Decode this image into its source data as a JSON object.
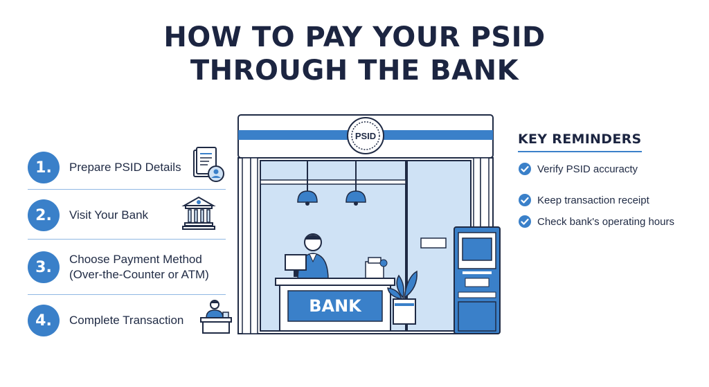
{
  "title": {
    "line1": "HOW TO PAY YOUR PSID",
    "line2": "THROUGH THE BANK"
  },
  "steps": [
    {
      "number": "1.",
      "text": [
        "Prepare PSID Details"
      ],
      "icon": "document-user-icon"
    },
    {
      "number": "2.",
      "text": [
        "Visit Your Bank"
      ],
      "icon": "bank-building-icon"
    },
    {
      "number": "3.",
      "text": [
        "Choose Payment Method",
        "(Over-the-Counter or ATM)"
      ],
      "icon": ""
    },
    {
      "number": "4.",
      "text": [
        "Complete Transaction"
      ],
      "icon": "teller-desk-icon"
    }
  ],
  "reminders": {
    "title": "KEY REMINDERS",
    "items": [
      "Verify PSID accuracty",
      "Keep transaction receipt",
      "Check bank's operating hours"
    ]
  },
  "illustration": {
    "seal_text": "PSID",
    "counter_sign": "BANK"
  },
  "colors": {
    "primary": "#3a80c9",
    "dark_text": "#1c2541",
    "light_blue": "#cfe2f5",
    "line": "#8fb7e3"
  }
}
